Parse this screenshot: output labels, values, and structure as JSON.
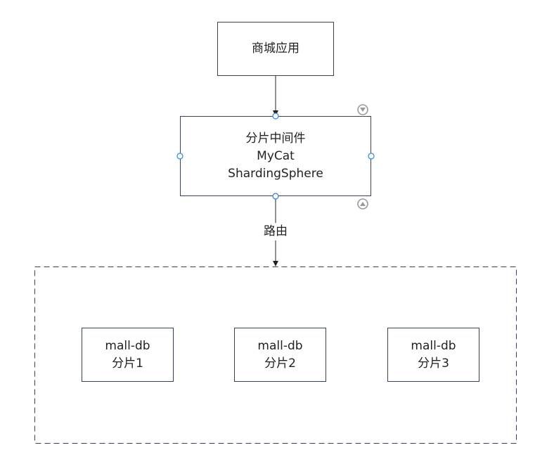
{
  "nodes": {
    "app": {
      "line1": "商城应用"
    },
    "middleware": {
      "line1": "分片中间件",
      "line2": "MyCat",
      "line3": "ShardingSphere"
    },
    "shards": [
      {
        "line1": "mall-db",
        "line2": "分片1"
      },
      {
        "line1": "mall-db",
        "line2": "分片2"
      },
      {
        "line1": "mall-db",
        "line2": "分片3"
      }
    ]
  },
  "edges": {
    "route_label": "路由"
  },
  "colors": {
    "border": "#3a4150",
    "handle": "#2f86d6",
    "control_icon": "#9a9a9a"
  }
}
